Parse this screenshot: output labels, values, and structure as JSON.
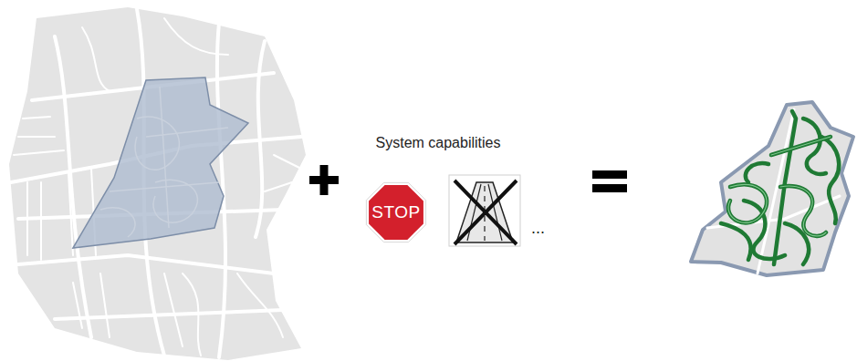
{
  "diagram": {
    "nodes": [
      {
        "text": [
          "STOP"
        ]
      }
    ],
    "labels": [
      "System capabilities",
      "..."
    ]
  }
}
